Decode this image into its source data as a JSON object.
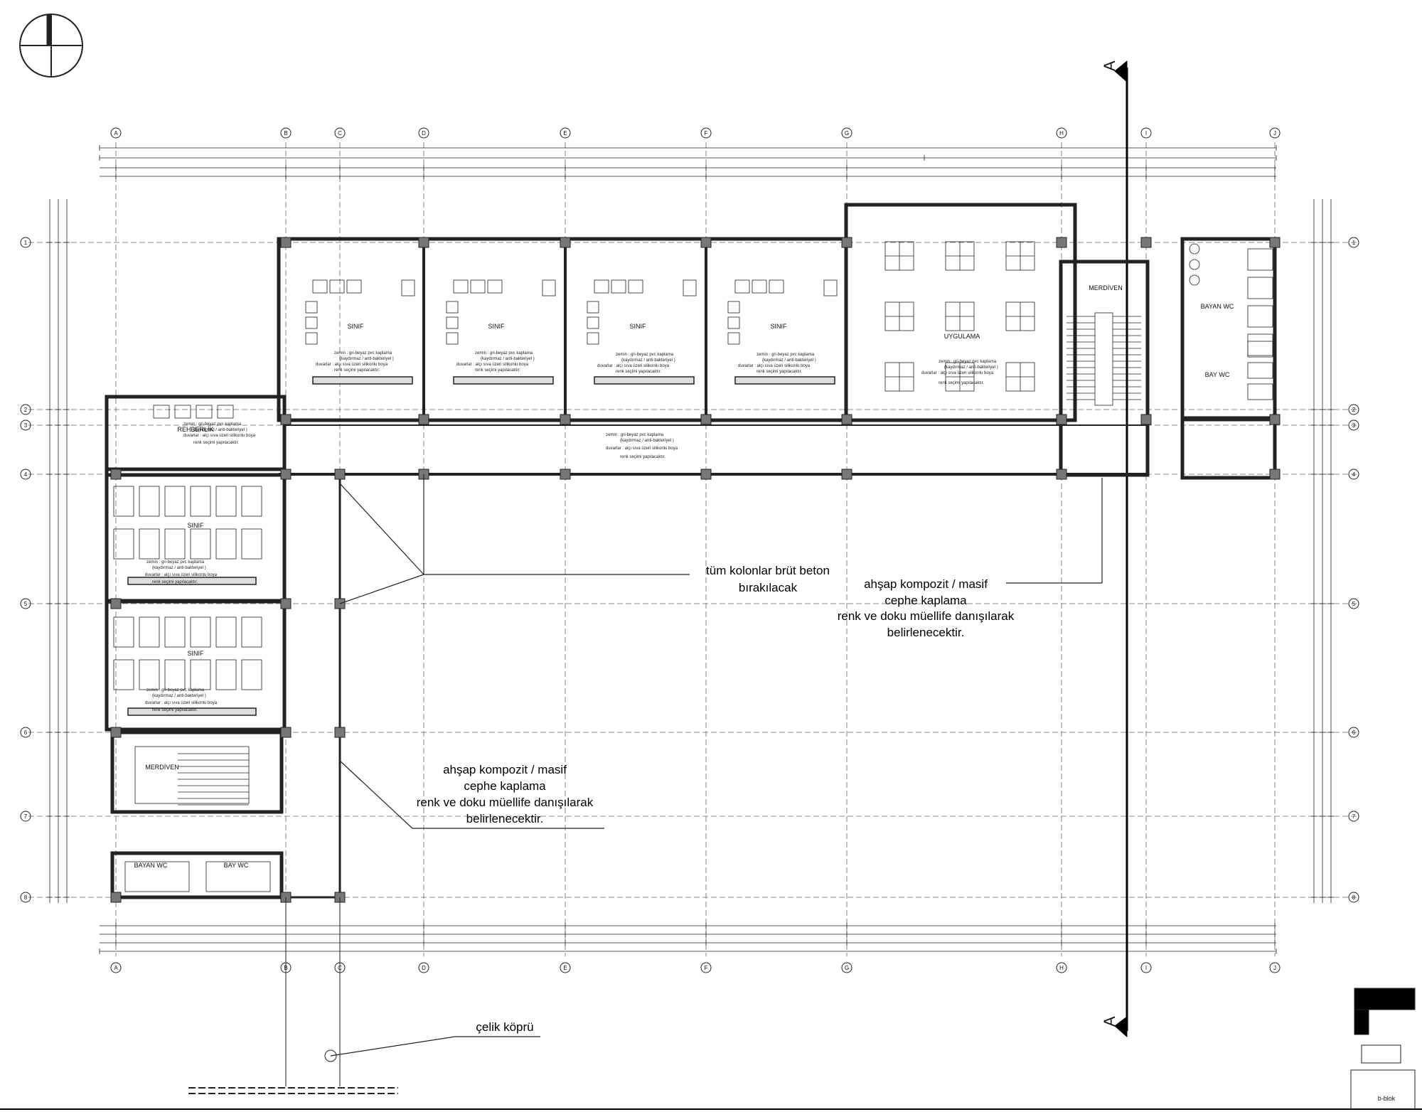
{
  "grid": {
    "columns": [
      "A",
      "B",
      "C",
      "D",
      "E",
      "F",
      "G",
      "H",
      "I",
      "J"
    ],
    "rows": [
      "1",
      "2",
      "3",
      "4",
      "5",
      "6",
      "7",
      "8"
    ]
  },
  "section_marker": "A",
  "rooms": {
    "sinif": "SINIF",
    "uygulama": "UYGULAMA",
    "merdiven": "MERDİVEN",
    "rehberlik": "REHBERLİK",
    "bayan_wc": "BAYAN WC",
    "bay_wc": "BAY WC"
  },
  "finish_note": [
    "zemin    : gri-beyaz pvc kaplama",
    "(kaydırmaz / anti-bakteriyel )",
    "duvarlar : alçı sıva üzeri silikonlu boya",
    "renk seçimi yapılacaktır."
  ],
  "callouts": {
    "columns": [
      "tüm kolonlar brüt beton",
      "bırakılacak"
    ],
    "cladding": [
      "ahşap kompozit / masif",
      "cephe kaplama",
      "renk ve doku müellife danışılarak",
      "belirlenecektir."
    ],
    "bridge": "çelik köprü"
  },
  "keyplan_label": "b-blok"
}
